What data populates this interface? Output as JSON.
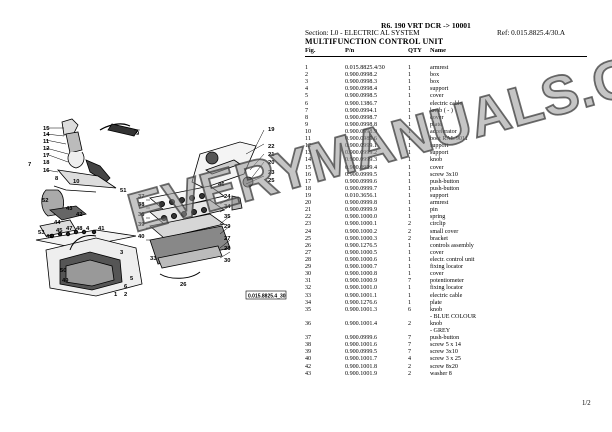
{
  "header": {
    "model": "R6. 190 VRT DCR -> 10001",
    "section": "Section: L0 - ELECTRIC AL SYSTEM",
    "ref": "Ref: 0.015.8825.4/30.A",
    "title": "MULTIFUNCTION CONTROL UNIT"
  },
  "columns": {
    "fig": "Fig.",
    "pn": "P/n",
    "qty": "QTY",
    "name": "Name"
  },
  "rows": [
    {
      "fig": "1",
      "pn": "0.015.8825.4/30",
      "qty": "1",
      "name": "armrest"
    },
    {
      "fig": "2",
      "pn": "0.900.0998.2",
      "qty": "1",
      "name": "box"
    },
    {
      "fig": "3",
      "pn": "0.900.0998.3",
      "qty": "1",
      "name": "box"
    },
    {
      "fig": "4",
      "pn": "0.900.0998.4",
      "qty": "1",
      "name": "support"
    },
    {
      "fig": "5",
      "pn": "0.900.0998.5",
      "qty": "1",
      "name": "cover"
    },
    {
      "fig": "6",
      "pn": "0.900.1386.7",
      "qty": "1",
      "name": "electric cable"
    },
    {
      "fig": "7",
      "pn": "0.900.0994.1",
      "qty": "1",
      "name": "knob ( - )"
    },
    {
      "fig": "8",
      "pn": "0.900.0998.7",
      "qty": "1",
      "name": "cover"
    },
    {
      "fig": "9",
      "pn": "0.900.0998.8",
      "qty": "1",
      "name": "plate"
    },
    {
      "fig": "10",
      "pn": "0.900.0998.9",
      "qty": "1",
      "name": "accelerator"
    },
    {
      "fig": "11",
      "pn": "0.900.0989.6",
      "qty": "1",
      "name": "boot RAL 9011"
    },
    {
      "fig": "12",
      "pn": "0.900.0999.1",
      "qty": "1",
      "name": "support"
    },
    {
      "fig": "13",
      "pn": "0.900.0999.2",
      "qty": "1",
      "name": "support"
    },
    {
      "fig": "14",
      "pn": "0.900.0999.3",
      "qty": "1",
      "name": "knob"
    },
    {
      "fig": "15",
      "pn": "0.900.0999.4",
      "qty": "1",
      "name": "cover"
    },
    {
      "fig": "16",
      "pn": "0.900.0999.5",
      "qty": "1",
      "name": "screw 3x10"
    },
    {
      "fig": "17",
      "pn": "0.900.0999.6",
      "qty": "1",
      "name": "push-button"
    },
    {
      "fig": "18",
      "pn": "0.900.0999.7",
      "qty": "1",
      "name": "push-button"
    },
    {
      "fig": "19",
      "pn": "0.010.3656.1",
      "qty": "1",
      "name": "support"
    },
    {
      "fig": "20",
      "pn": "0.900.0999.8",
      "qty": "1",
      "name": "armrest"
    },
    {
      "fig": "21",
      "pn": "0.900.0999.9",
      "qty": "1",
      "name": "pin"
    },
    {
      "fig": "22",
      "pn": "0.900.1000.0",
      "qty": "1",
      "name": "spring"
    },
    {
      "fig": "23",
      "pn": "0.900.1000.1",
      "qty": "2",
      "name": "circlip"
    },
    {
      "fig": "24",
      "pn": "0.900.1000.2",
      "qty": "2",
      "name": "small cover"
    },
    {
      "fig": "25",
      "pn": "0.900.1000.3",
      "qty": "2",
      "name": "bracket"
    },
    {
      "fig": "26",
      "pn": "0.900.1276.5",
      "qty": "1",
      "name": "controls assembly"
    },
    {
      "fig": "27",
      "pn": "0.900.1000.5",
      "qty": "1",
      "name": "cover"
    },
    {
      "fig": "28",
      "pn": "0.900.1000.6",
      "qty": "1",
      "name": "electr. control unit"
    },
    {
      "fig": "29",
      "pn": "0.900.1000.7",
      "qty": "1",
      "name": "fixing locator"
    },
    {
      "fig": "30",
      "pn": "0.900.1000.8",
      "qty": "1",
      "name": "cover"
    },
    {
      "fig": "31",
      "pn": "0.900.1000.9",
      "qty": "7",
      "name": "potentiometer"
    },
    {
      "fig": "32",
      "pn": "0.900.1001.0",
      "qty": "1",
      "name": "fixing locator"
    },
    {
      "fig": "33",
      "pn": "0.900.1001.1",
      "qty": "1",
      "name": "electric cable"
    },
    {
      "fig": "34",
      "pn": "0.900.1276.6",
      "qty": "1",
      "name": "plate"
    },
    {
      "fig": "35",
      "pn": "0.900.1001.3",
      "qty": "6",
      "name": "knob"
    },
    {
      "fig": "",
      "pn": "",
      "qty": "",
      "name": "- BLUE COLOUR"
    },
    {
      "fig": "36",
      "pn": "0.900.1001.4",
      "qty": "2",
      "name": "knob"
    },
    {
      "fig": "",
      "pn": "",
      "qty": "",
      "name": "- GREY"
    },
    {
      "fig": "37",
      "pn": "0.900.0999.6",
      "qty": "7",
      "name": "push-button"
    },
    {
      "fig": "38",
      "pn": "0.900.1001.6",
      "qty": "7",
      "name": "screw 5 x 14"
    },
    {
      "fig": "39",
      "pn": "0.900.0999.5",
      "qty": "7",
      "name": "screw 3x10"
    },
    {
      "fig": "40",
      "pn": "0.900.1001.7",
      "qty": "4",
      "name": "screw 3 x 25"
    },
    {
      "fig": "42",
      "pn": "0.900.1001.8",
      "qty": "2",
      "name": "screw 8x20"
    },
    {
      "fig": "43",
      "pn": "0.900.1001.9",
      "qty": "2",
      "name": "washer 8"
    }
  ],
  "diagram": {
    "ref_label": "0.015.8825.4_30",
    "callouts": [
      "1",
      "2",
      "3",
      "4",
      "5",
      "6",
      "7",
      "8",
      "9",
      "10",
      "11",
      "12",
      "13",
      "14",
      "15",
      "16",
      "17",
      "18",
      "19",
      "20",
      "21",
      "22",
      "23",
      "24",
      "25",
      "26",
      "27",
      "28",
      "29",
      "30",
      "31",
      "33",
      "34",
      "35",
      "36",
      "37",
      "38",
      "39",
      "40",
      "41",
      "42",
      "43",
      "44",
      "45",
      "46",
      "47",
      "48",
      "49",
      "50",
      "51",
      "52",
      "53"
    ]
  },
  "watermark": "EVERYMANUALS.COM",
  "page_number": "1/2"
}
